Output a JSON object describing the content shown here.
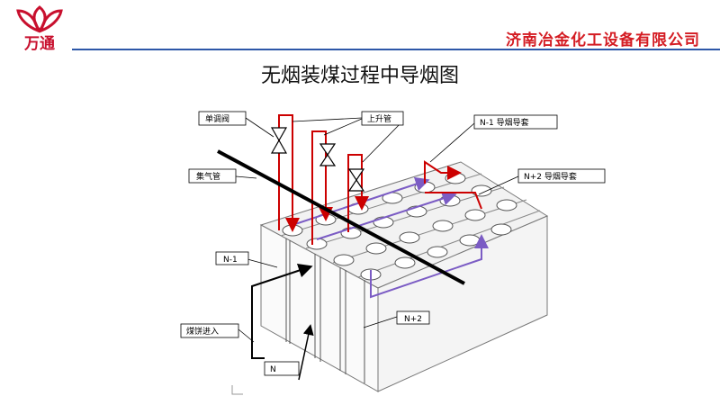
{
  "header": {
    "logo_text": "万通",
    "company": "济南冶金化工设备有限公司",
    "colors": {
      "brand_red": "#d41c23",
      "rule_blue": "#2d57a8"
    }
  },
  "title": "无烟装煤过程中导烟图",
  "diagram": {
    "labels": {
      "single_valve": "单调阀",
      "riser": "上升管",
      "n_minus_1_sleeve": "N-1 导烟导套",
      "n_plus_2_sleeve": "N+2 导烟导套",
      "gas_main": "集气管",
      "n_minus_1": "N-1",
      "n_plus_2": "N+2",
      "coal_in": "煤饼进入",
      "n": "N"
    },
    "colors": {
      "riser_red": "#cc0000",
      "smoke_purple": "#7b5cc4",
      "gas_main_black": "#000000"
    }
  }
}
